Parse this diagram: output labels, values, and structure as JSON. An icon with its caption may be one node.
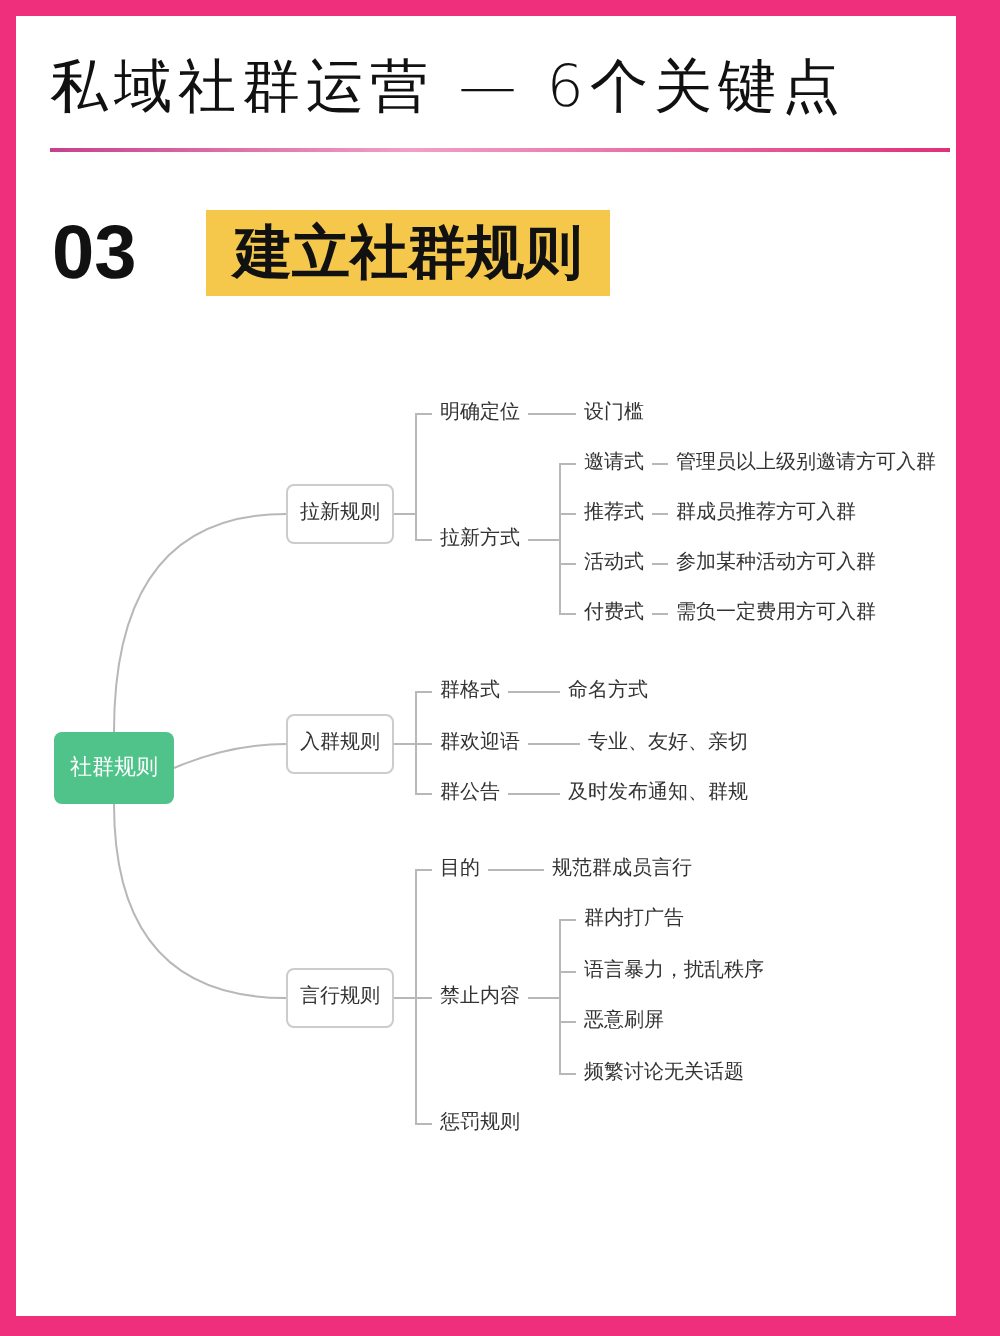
{
  "diagram": {
    "title": "私域社群运营 — 6个关键点",
    "nodes": [
      {
        "text": [
          "社群规则"
        ]
      },
      {
        "text": [
          "拉新规则"
        ]
      },
      {
        "text": [
          "明确定位"
        ]
      },
      {
        "text": [
          "设门槛"
        ]
      },
      {
        "text": [
          "拉新方式"
        ]
      },
      {
        "text": [
          "邀请式"
        ]
      },
      {
        "text": [
          "管理员以上级别邀请方可入群"
        ]
      },
      {
        "text": [
          "推荐式"
        ]
      },
      {
        "text": [
          "群成员推荐方可入群"
        ]
      },
      {
        "text": [
          "活动式"
        ]
      },
      {
        "text": [
          "参加某种活动方可入群"
        ]
      },
      {
        "text": [
          "付费式"
        ]
      },
      {
        "text": [
          "需负一定费用方可入群"
        ]
      },
      {
        "text": [
          "入群规则"
        ]
      },
      {
        "text": [
          "群格式"
        ]
      },
      {
        "text": [
          "命名方式"
        ]
      },
      {
        "text": [
          "群欢迎语"
        ]
      },
      {
        "text": [
          "专业、友好、亲切"
        ]
      },
      {
        "text": [
          "群公告"
        ]
      },
      {
        "text": [
          "及时发布通知、群规"
        ]
      },
      {
        "text": [
          "言行规则"
        ]
      },
      {
        "text": [
          "目的"
        ]
      },
      {
        "text": [
          "规范群成员言行"
        ]
      },
      {
        "text": [
          "禁止内容"
        ]
      },
      {
        "text": [
          "群内打广告"
        ]
      },
      {
        "text": [
          "语言暴力，扰乱秩序"
        ]
      },
      {
        "text": [
          "恶意刷屏"
        ]
      },
      {
        "text": [
          "频繁讨论无关话题"
        ]
      },
      {
        "text": [
          "惩罚规则"
        ]
      }
    ],
    "edges": [
      {
        "from": 0,
        "to": 1,
        "arrow": "none"
      },
      {
        "from": 0,
        "to": 13,
        "arrow": "none"
      },
      {
        "from": 0,
        "to": 20,
        "arrow": "none"
      },
      {
        "from": 1,
        "to": 2,
        "arrow": "none"
      },
      {
        "from": 1,
        "to": 4,
        "arrow": "none"
      },
      {
        "from": 2,
        "to": 3,
        "arrow": "none"
      },
      {
        "from": 4,
        "to": 5,
        "arrow": "none"
      },
      {
        "from": 4,
        "to": 7,
        "arrow": "none"
      },
      {
        "from": 4,
        "to": 9,
        "arrow": "none"
      },
      {
        "from": 4,
        "to": 11,
        "arrow": "none"
      },
      {
        "from": 5,
        "to": 6,
        "arrow": "none"
      },
      {
        "from": 7,
        "to": 8,
        "arrow": "none"
      },
      {
        "from": 9,
        "to": 10,
        "arrow": "none"
      },
      {
        "from": 11,
        "to": 12,
        "arrow": "none"
      },
      {
        "from": 13,
        "to": 14,
        "arrow": "none"
      },
      {
        "from": 13,
        "to": 16,
        "arrow": "none"
      },
      {
        "from": 13,
        "to": 18,
        "arrow": "none"
      },
      {
        "from": 14,
        "to": 15,
        "arrow": "none"
      },
      {
        "from": 16,
        "to": 17,
        "arrow": "none"
      },
      {
        "from": 18,
        "to": 19,
        "arrow": "none"
      },
      {
        "from": 20,
        "to": 21,
        "arrow": "none"
      },
      {
        "from": 20,
        "to": 23,
        "arrow": "none"
      },
      {
        "from": 20,
        "to": 28,
        "arrow": "none"
      },
      {
        "from": 21,
        "to": 22,
        "arrow": "none"
      },
      {
        "from": 23,
        "to": 24,
        "arrow": "none"
      },
      {
        "from": 23,
        "to": 25,
        "arrow": "none"
      },
      {
        "from": 23,
        "to": 26,
        "arrow": "none"
      },
      {
        "from": 23,
        "to": 27,
        "arrow": "none"
      }
    ],
    "labels": [
      "03",
      "建立社群规则"
    ]
  }
}
